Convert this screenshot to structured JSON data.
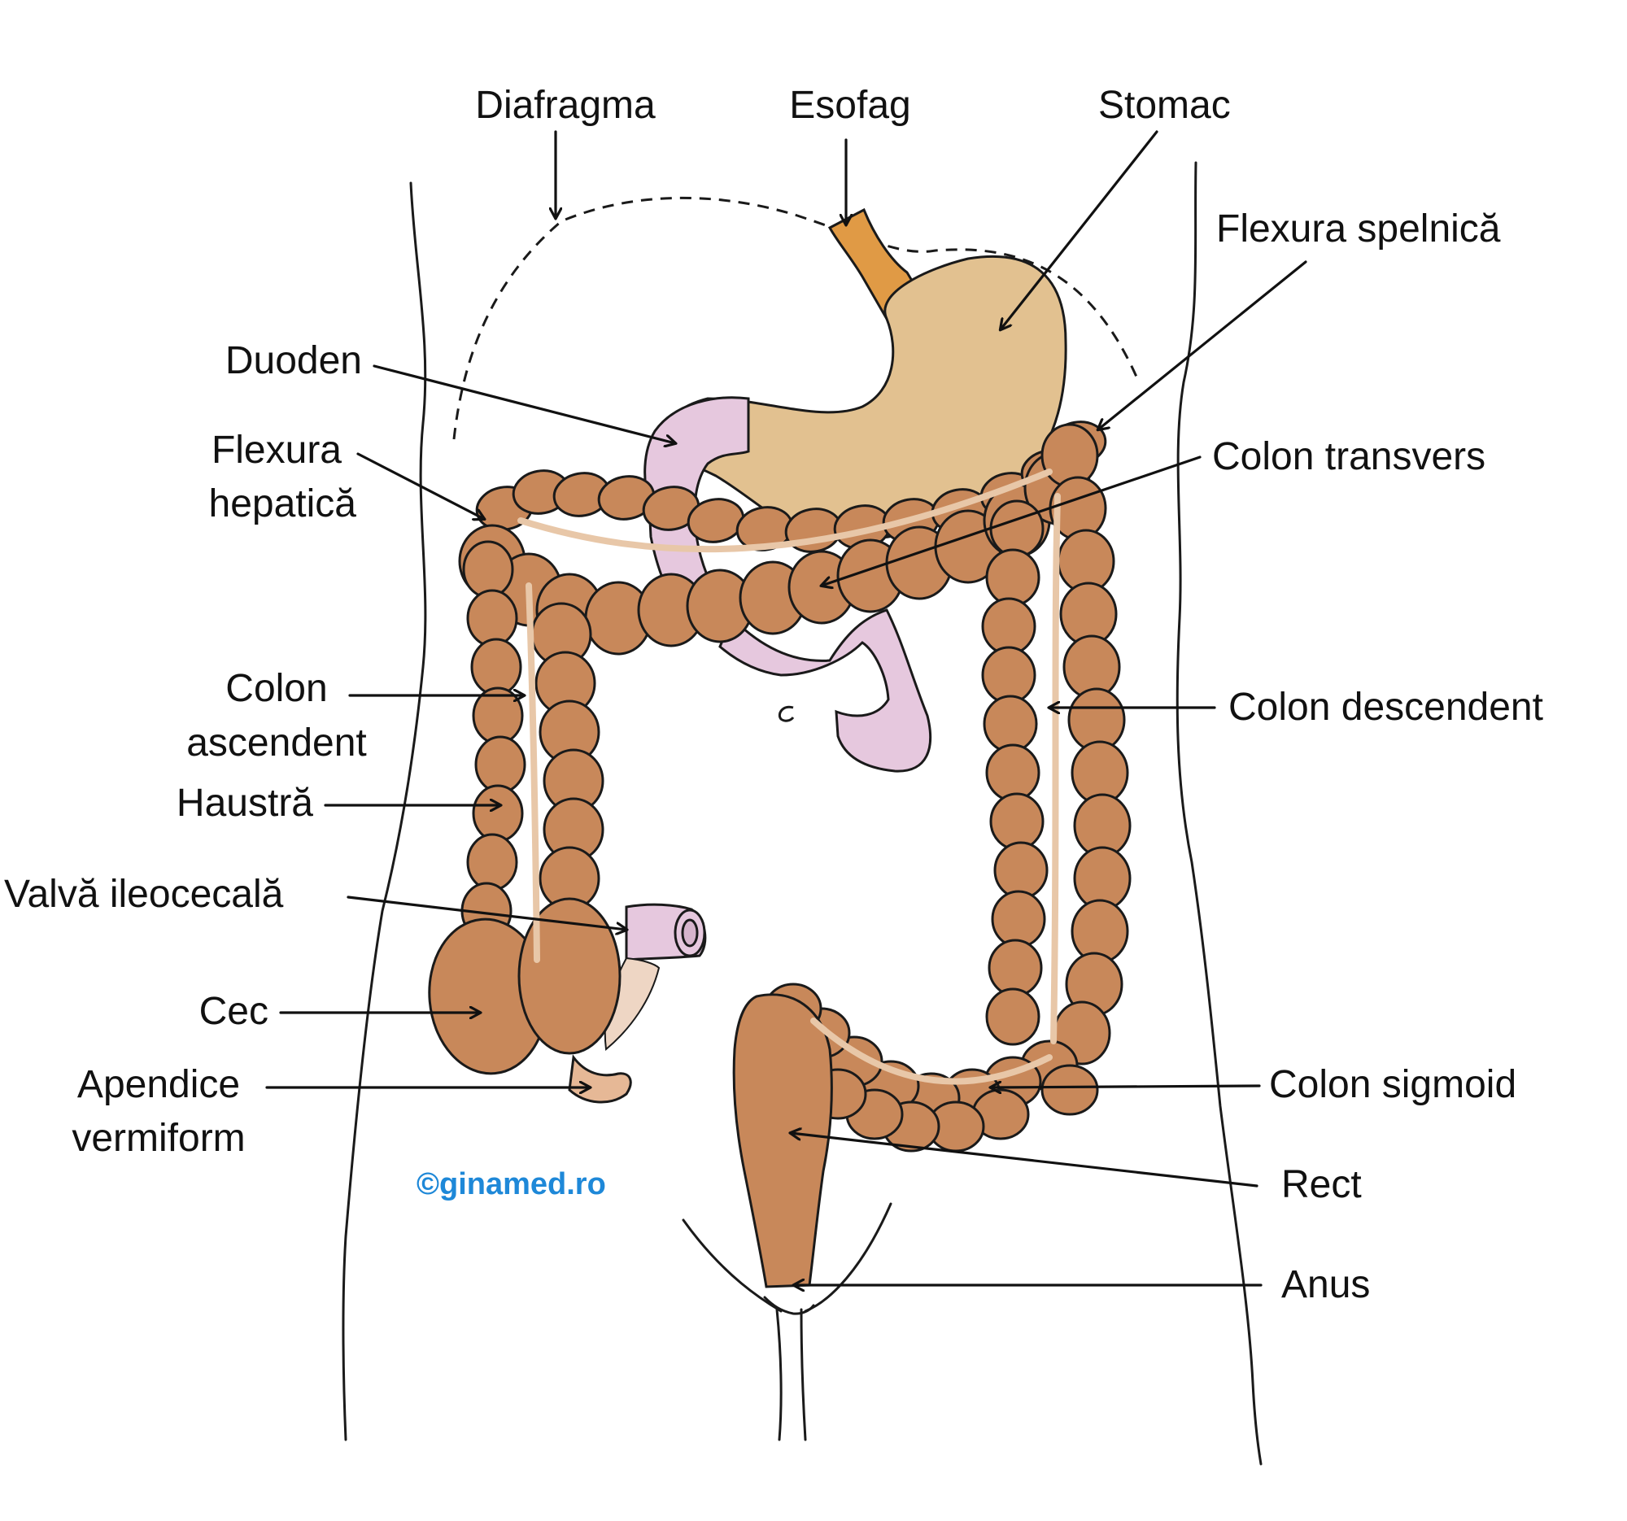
{
  "labels": {
    "diafragma": "Diafragma",
    "esofag": "Esofag",
    "stomac": "Stomac",
    "flexura_splenica": "Flexura spelnică",
    "duoden": "Duoden",
    "flexura_hepatica_1": "Flexura",
    "flexura_hepatica_2": "hepatică",
    "colon_transvers": "Colon transvers",
    "colon_ascendent_1": "Colon",
    "colon_ascendent_2": "ascendent",
    "colon_descendent": "Colon descendent",
    "haustra": "Haustră",
    "valva_ileocecala": "Valvă ileocecală",
    "cec": "Cec",
    "apendice_1": "Apendice",
    "apendice_2": "vermiform",
    "colon_sigmoid": "Colon sigmoid",
    "rect": "Rect",
    "anus": "Anus"
  },
  "watermark": "©ginamed.ro",
  "colors": {
    "colon": "#C8885A",
    "colon_shade": "#8A5530",
    "stomach": "#E2C190",
    "esophagus": "#E09A45",
    "small_intestine": "#E6C8DE",
    "outline": "#1A1A1A",
    "watermark": "#1E88D8"
  }
}
